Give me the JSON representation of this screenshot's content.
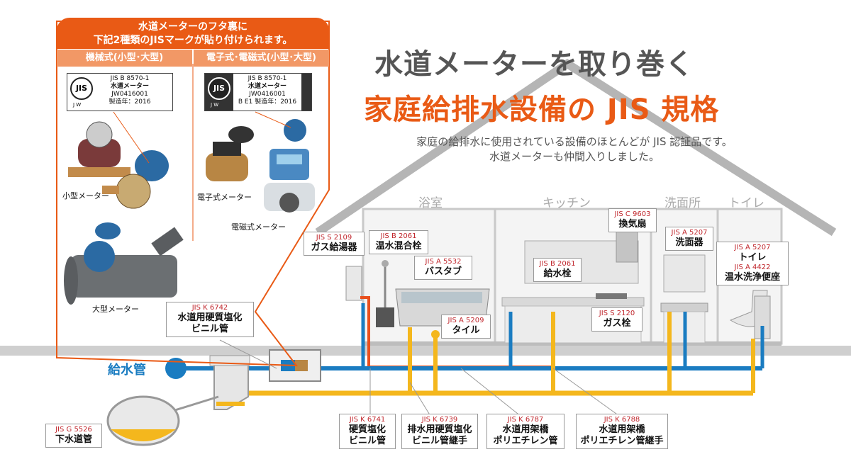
{
  "title": {
    "line1": "水道メーターを取り巻く",
    "line2": "家庭給排水設備の JIS 規格"
  },
  "subtitle": {
    "line1": "家庭の給排水に使用されている設備のほとんどが JIS 認証品です。",
    "line2": "水道メーターも仲間入りしました。"
  },
  "rooms": {
    "bath": "浴室",
    "kitchen": "キッチン",
    "washroom": "洗面所",
    "toilet": "トイレ"
  },
  "panel": {
    "header_line1": "水道メーターのフタ裏に",
    "header_line2": "下記2種類のJISマークが貼り付けられます。",
    "left_col": "機械式(小型･大型)",
    "right_col": "電子式･電磁式(小型･大型)",
    "mark_text": "JIS",
    "mark_sub": "J W",
    "mech_label": {
      "line1": "JIS B 8570-1",
      "line2": "水道メーター",
      "line3": "JW0416001",
      "line4": "製造年：2016"
    },
    "elec_label": {
      "line1": "JIS B 8570-1",
      "line2": "水道メーター",
      "line3": "JW0416001",
      "line4": "B E1  製造年：2016"
    },
    "small_meter": "小型メーター",
    "large_meter": "大型メーター",
    "electronic_meter": "電子式メーター",
    "electromagnetic_meter": "電磁式メーター"
  },
  "pipes": {
    "supply": "給水管",
    "sewer": {
      "code": "JIS G 5526",
      "name": "下水道管"
    }
  },
  "labels": {
    "gas_heater": {
      "code": "JIS S 2109",
      "name": "ガス給湯器"
    },
    "mixing_faucet": {
      "code": "JIS B 2061",
      "name": "温水混合栓"
    },
    "bathtub": {
      "code": "JIS A 5532",
      "name": "バスタブ"
    },
    "tile": {
      "code": "JIS A 5209",
      "name": "タイル"
    },
    "water_faucet": {
      "code": "JIS B 2061",
      "name": "給水栓"
    },
    "ventilation_fan": {
      "code": "JIS C 9603",
      "name": "換気扇"
    },
    "gas_valve": {
      "code": "JIS S 2120",
      "name": "ガス栓"
    },
    "washbasin": {
      "code": "JIS A 5207",
      "name": "洗面器"
    },
    "toilet": {
      "code1": "JIS A 5207",
      "name1": "トイレ",
      "code2": "JIS A 4422",
      "name2": "温水洗浄便座"
    },
    "pvc_pipe_water": {
      "code": "JIS K 6742",
      "name1": "水道用硬質塩化",
      "name2": "ビニル管"
    },
    "pvc_pipe": {
      "code": "JIS K 6741",
      "name1": "硬質塩化",
      "name2": "ビニル管"
    },
    "pvc_joint": {
      "code": "JIS K 6739",
      "name1": "排水用硬質塩化",
      "name2": "ビニル管継手"
    },
    "pe_pipe": {
      "code": "JIS K 6787",
      "name1": "水道用架橋",
      "name2": "ポリエチレン管"
    },
    "pe_joint": {
      "code": "JIS K 6788",
      "name1": "水道用架橋",
      "name2": "ポリエチレン管継手"
    }
  },
  "colors": {
    "accent": "#e95a15",
    "supply_pipe": "#1a7cc1",
    "hot_pipe": "#e9501e",
    "drain_pipe": "#f4b71d",
    "ground": "#cfcfcf",
    "house_outline": "#b5b5b5"
  }
}
